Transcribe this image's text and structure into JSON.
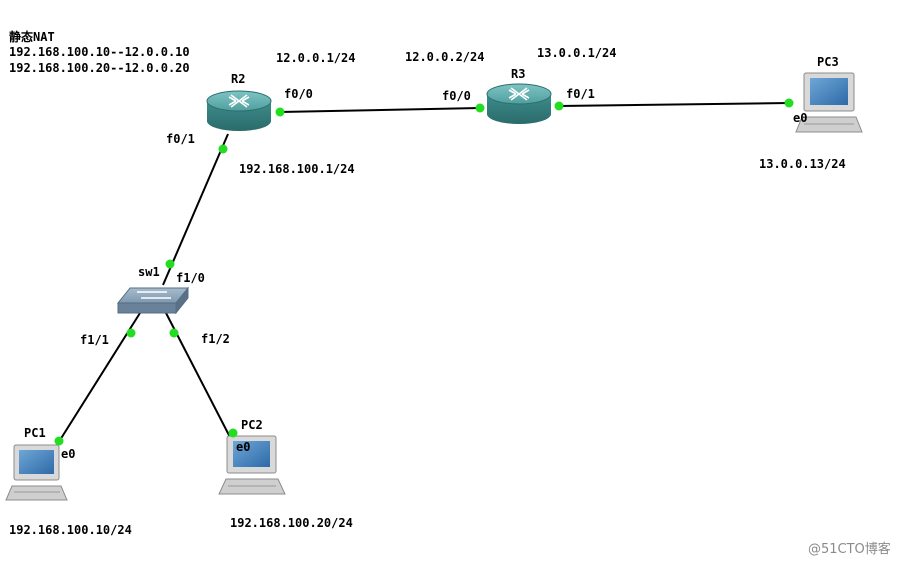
{
  "notes": {
    "title": "静态NAT",
    "line1": "192.168.100.10--12.0.0.10",
    "line2": "192.168.100.20--12.0.0.20"
  },
  "devices": {
    "r2": "R2",
    "r3": "R3",
    "sw1": "sw1",
    "pc1": "PC1",
    "pc2": "PC2",
    "pc3": "PC3"
  },
  "ports": {
    "r2_f00": "f0/0",
    "r2_f01": "f0/1",
    "r3_f00": "f0/0",
    "r3_f01": "f0/1",
    "sw1_f10": "f1/0",
    "sw1_f11": "f1/1",
    "sw1_f12": "f1/2",
    "pc1_e0": "e0",
    "pc2_e0": "e0",
    "pc3_e0": "e0"
  },
  "addresses": {
    "r2_f00": "12.0.0.1/24",
    "r3_f00": "12.0.0.2/24",
    "r3_f01": "13.0.0.1/24",
    "r2_f01": "192.168.100.1/24",
    "pc1": "192.168.100.10/24",
    "pc2": "192.168.100.20/24",
    "pc3": "13.0.0.13/24"
  },
  "watermark": "@51CTO博客",
  "colors": {
    "link_up": "#22dd22",
    "router": "#3d8f8f",
    "switch": "#7b94ad"
  }
}
